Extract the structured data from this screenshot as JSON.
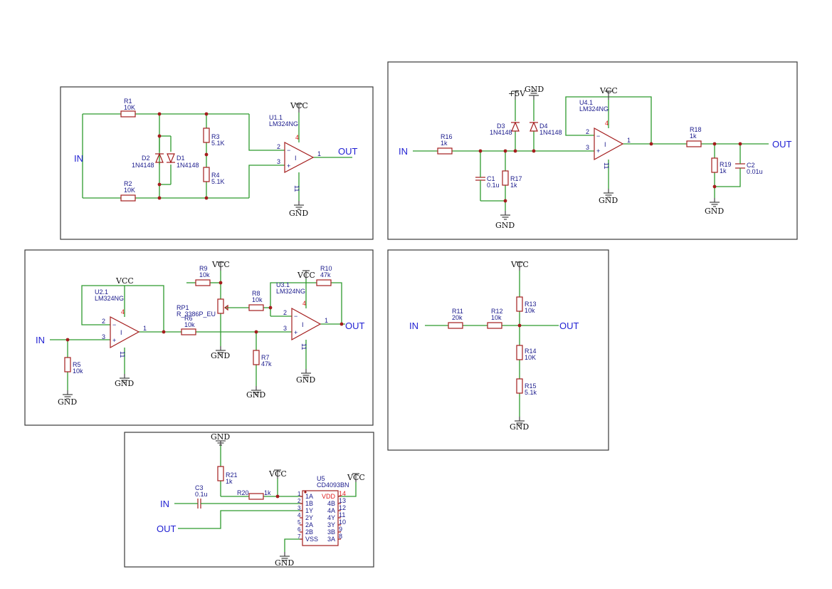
{
  "nets": {
    "vcc": "VCC",
    "gnd": "GND",
    "p5v": "+5V"
  },
  "ports": {
    "in": "IN",
    "out": "OUT"
  },
  "op": {
    "plus": "+",
    "minus": "−",
    "roman": "I",
    "p1": "1",
    "p2": "2",
    "p3": "3",
    "p4": "4",
    "p11": "11"
  },
  "c1": {
    "u": {
      "ref": "U1.1",
      "val": "LM324NG"
    },
    "r1": {
      "ref": "R1",
      "val": "10K"
    },
    "r2": {
      "ref": "R2",
      "val": "10K"
    },
    "r3": {
      "ref": "R3",
      "val": "5.1K"
    },
    "r4": {
      "ref": "R4",
      "val": "5.1K"
    },
    "d1": {
      "ref": "D1",
      "val": "1N4148"
    },
    "d2": {
      "ref": "D2",
      "val": "1N4148"
    }
  },
  "c2": {
    "u": {
      "ref": "U4.1",
      "val": "LM324NG"
    },
    "r16": {
      "ref": "R16",
      "val": "1k"
    },
    "r17": {
      "ref": "R17",
      "val": "1k"
    },
    "r18": {
      "ref": "R18",
      "val": "1k"
    },
    "r19": {
      "ref": "R19",
      "val": "1k"
    },
    "c1": {
      "ref": "C1",
      "val": "0.1u"
    },
    "c2": {
      "ref": "C2",
      "val": "0.01u"
    },
    "d3": {
      "ref": "D3",
      "val": "1N4148"
    },
    "d4": {
      "ref": "D4",
      "val": "1N4148"
    }
  },
  "c3": {
    "u2": {
      "ref": "U2.1",
      "val": "LM324NG"
    },
    "u3": {
      "ref": "U3.1",
      "val": "LM324NG"
    },
    "r5": {
      "ref": "R5",
      "val": "10k"
    },
    "r6": {
      "ref": "R6",
      "val": "10k"
    },
    "r7": {
      "ref": "R7",
      "val": "47k"
    },
    "r8": {
      "ref": "R8",
      "val": "10k"
    },
    "r9": {
      "ref": "R9",
      "val": "10k"
    },
    "r10": {
      "ref": "R10",
      "val": "47k"
    },
    "rp1": {
      "ref": "RP1",
      "val": "R_3386P_EU"
    }
  },
  "c4": {
    "r11": {
      "ref": "R11",
      "val": "20k"
    },
    "r12": {
      "ref": "R12",
      "val": "10k"
    },
    "r13": {
      "ref": "R13",
      "val": "10k"
    },
    "r14": {
      "ref": "R14",
      "val": "10K"
    },
    "r15": {
      "ref": "R15",
      "val": "5.1k"
    }
  },
  "c5": {
    "u5": {
      "ref": "U5",
      "val": "CD4093BN"
    },
    "c3": {
      "ref": "C3",
      "val": "0.1u"
    },
    "r20": {
      "ref": "R20",
      "val": "1k"
    },
    "r21": {
      "ref": "R21",
      "val": "1k"
    },
    "left_pins": [
      {
        "num": "1",
        "name": "1A"
      },
      {
        "num": "2",
        "name": "1B"
      },
      {
        "num": "3",
        "name": "1Y"
      },
      {
        "num": "4",
        "name": "2Y"
      },
      {
        "num": "5",
        "name": "2A"
      },
      {
        "num": "6",
        "name": "2B"
      },
      {
        "num": "7",
        "name": "VSS"
      }
    ],
    "right_pins": [
      {
        "num": "14",
        "name": "VDD"
      },
      {
        "num": "13",
        "name": "4B"
      },
      {
        "num": "12",
        "name": "4A"
      },
      {
        "num": "11",
        "name": "4Y"
      },
      {
        "num": "10",
        "name": "3Y"
      },
      {
        "num": "9",
        "name": "3B"
      },
      {
        "num": "8",
        "name": "3A"
      }
    ]
  },
  "colors": {
    "wire": "#2e9a2e",
    "component": "#a41d1d",
    "label": "#1a1a8c",
    "port": "#1e1ed2",
    "pin_highlight": "#e01e1e"
  }
}
